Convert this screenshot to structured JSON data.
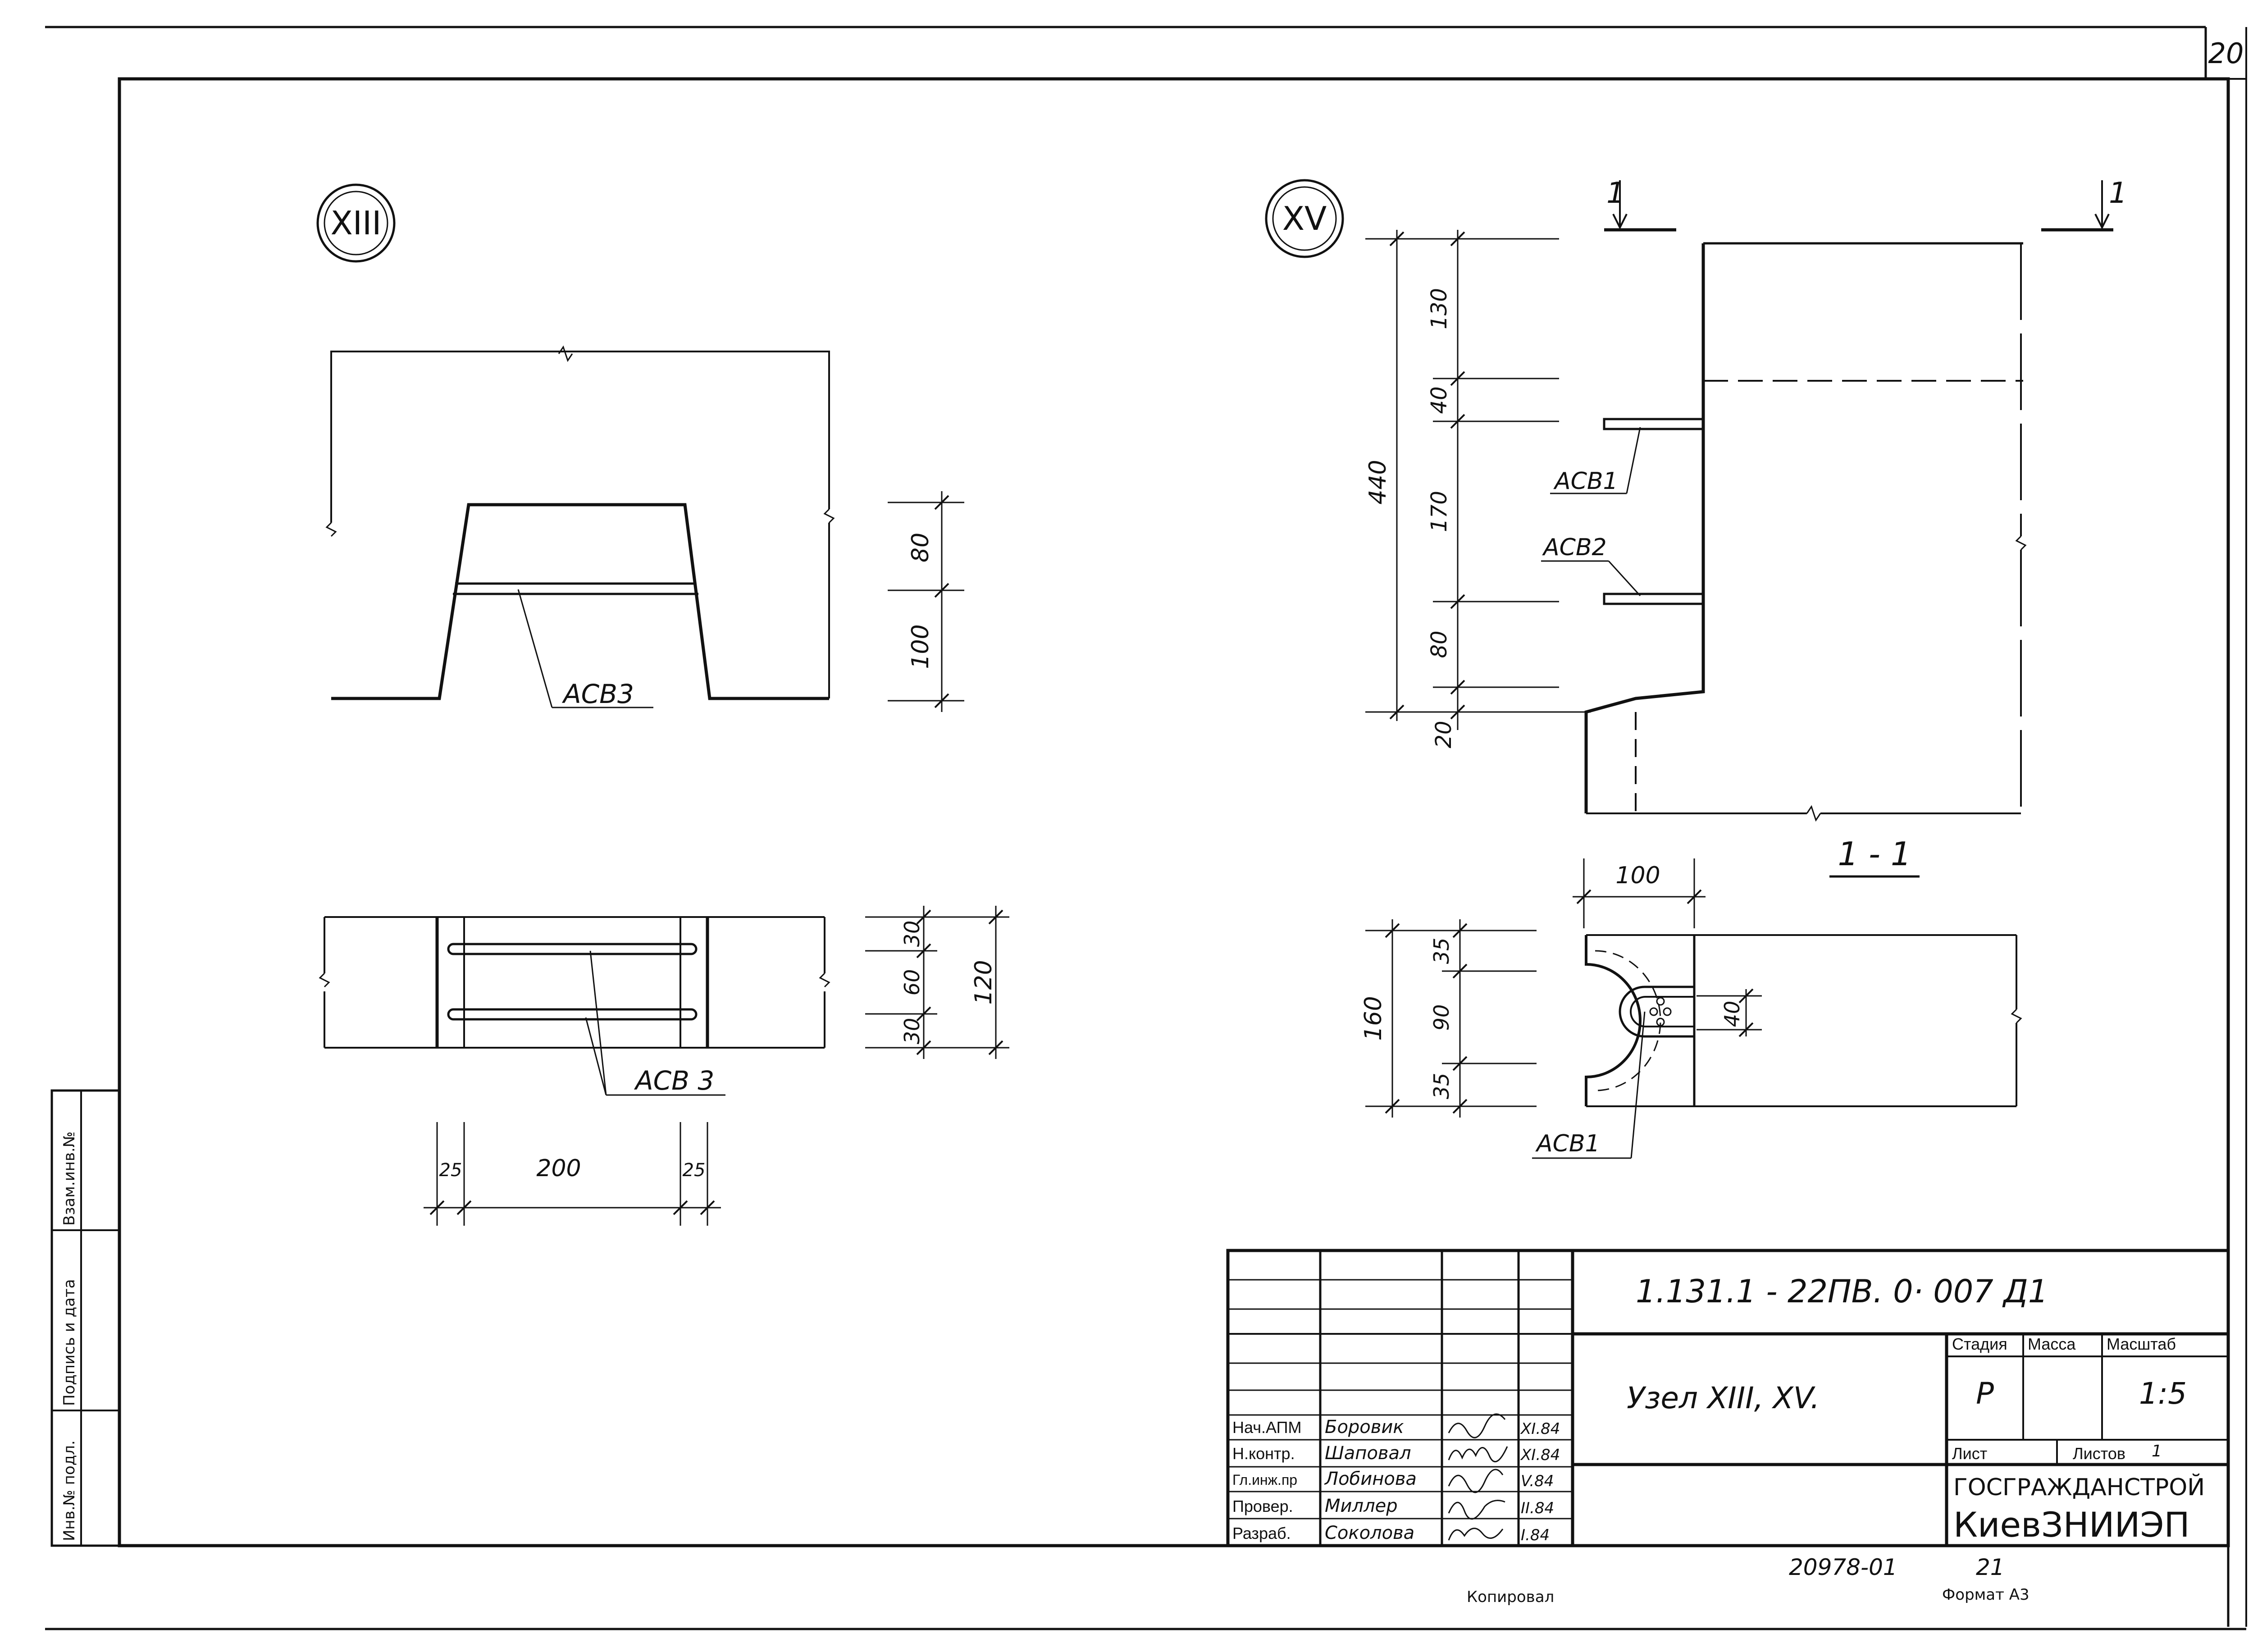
{
  "sheet": {
    "number": "20"
  },
  "node_xiii": {
    "label": "XIII",
    "elevation_dims": [
      "80",
      "100"
    ],
    "elevation_bar": "АСВ3",
    "plan_dims": [
      "30",
      "60",
      "30",
      "120"
    ],
    "plan_bar": "АСВ 3",
    "plan_widths": [
      "25",
      "200",
      "25"
    ]
  },
  "node_xv": {
    "label": "XV",
    "section_marker": "1",
    "left_dims": [
      "130",
      "40",
      "170",
      "80",
      "20"
    ],
    "total": "440",
    "bar1": "АСВ1",
    "bar2": "АСВ2",
    "section_title": "1 - 1",
    "plan_width": "100",
    "plan_total": "160",
    "plan_dims": [
      "35",
      "90",
      "35"
    ],
    "inner_dim": "40",
    "plan_bar": "АСВ1"
  },
  "side_stamp": [
    "Взам.инв.№",
    "Подпись и дата",
    "Инв.№ подл."
  ],
  "title_block": {
    "doc_code": "1.131.1 - 22ПВ. 0· 007 Д1",
    "title": "Узел XIII, XV.",
    "stage_label": "Стадия",
    "mass_label": "Масса",
    "scale_label": "Масштаб",
    "stage_value": "Р",
    "scale_value": "1:5",
    "sheet_label": "Лист",
    "sheets_label": "Листов",
    "sheets_value": "1",
    "org1": "ГОСГРАЖДАНСТРОЙ",
    "org2": "КиевЗНИИЭП",
    "signatures": [
      {
        "role": "Нач.АПМ",
        "name": "Боровик",
        "date": "XI.84"
      },
      {
        "role": "Н.контр.",
        "name": "Шаповал",
        "date": "XI.84"
      },
      {
        "role": "Гл.инж.пр",
        "name": "Лобинова",
        "date": "V.84"
      },
      {
        "role": "Провер.",
        "name": "Миллер",
        "date": "II.84"
      },
      {
        "role": "Разраб.",
        "name": "Соколова",
        "date": "I.84"
      }
    ]
  },
  "footer": {
    "archive": "20978-01",
    "page": "21",
    "copied": "Копировал",
    "format": "Формат А3"
  }
}
